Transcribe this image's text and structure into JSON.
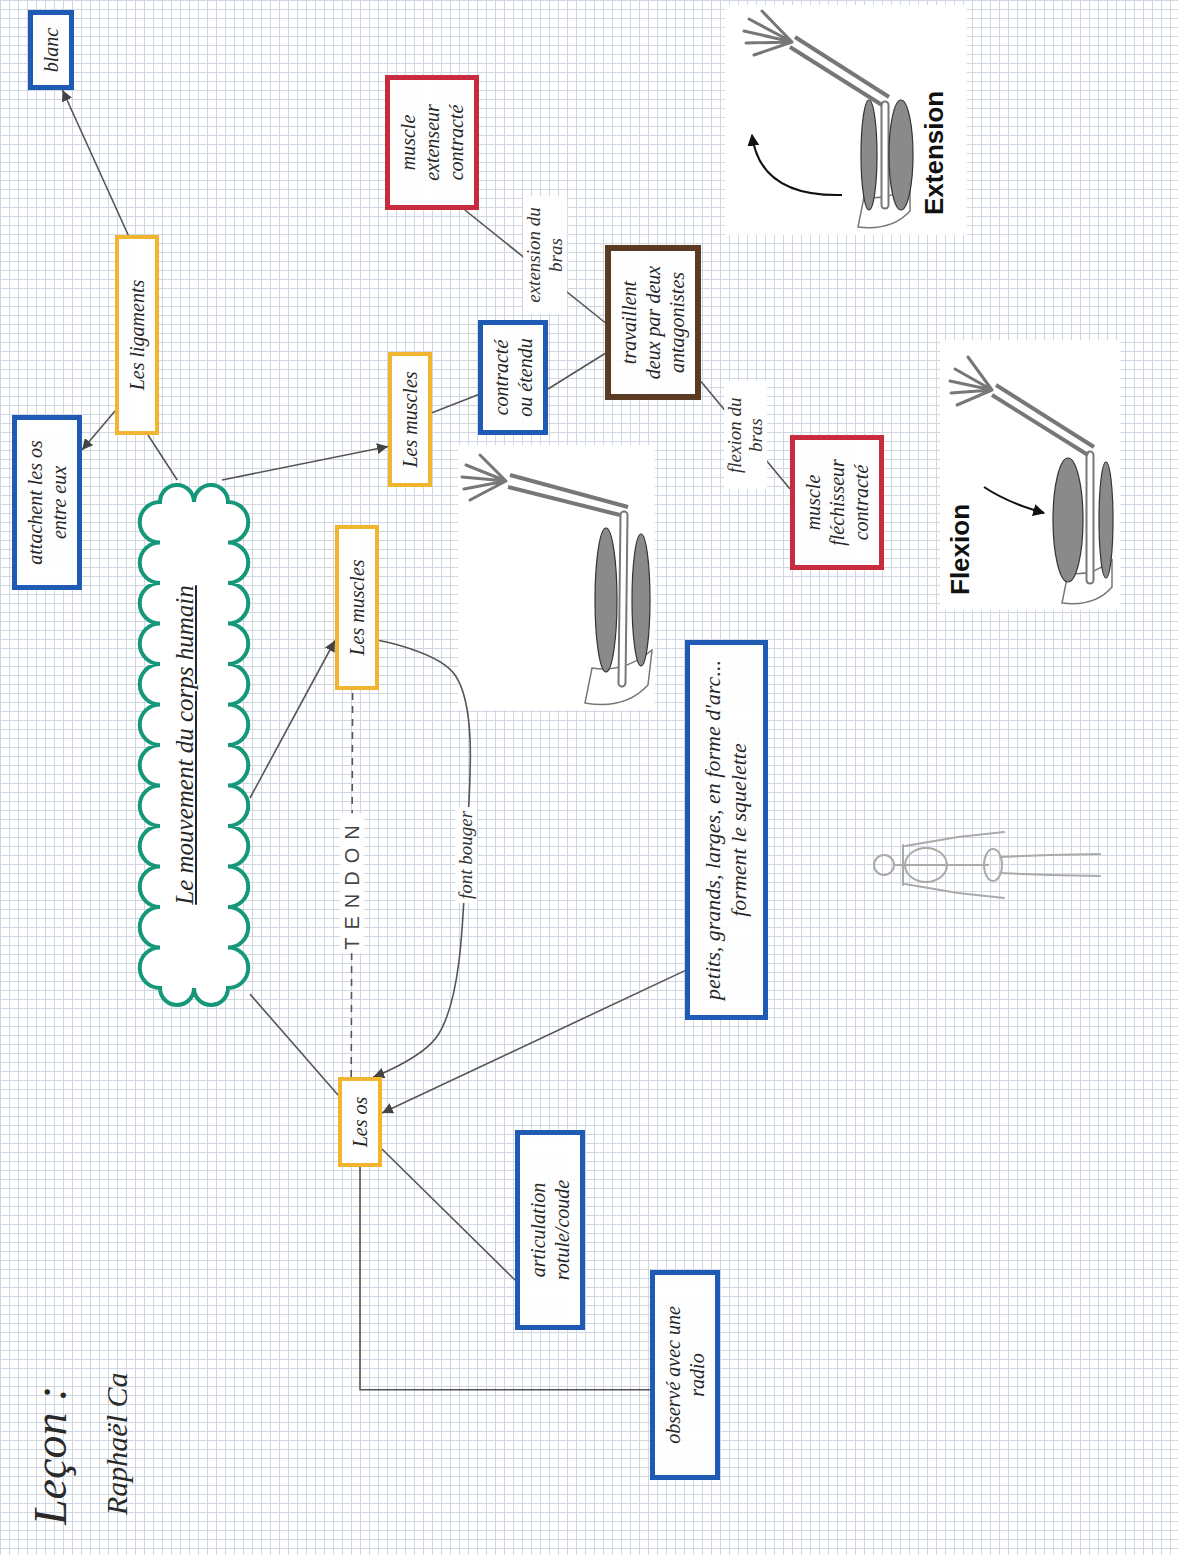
{
  "diagram": {
    "title": "Leçon :",
    "nodes": [
      {
        "text": [
          "Le mouvement du corps humain"
        ]
      },
      {
        "text": [
          "Les os"
        ]
      },
      {
        "text": [
          "articulation rotule/coude"
        ]
      },
      {
        "text": [
          "observé avec une radio"
        ]
      },
      {
        "text": [
          "petits, grands, larges, en forme d'arc... forment le squelette"
        ]
      },
      {
        "text": [
          "Les muscles"
        ]
      },
      {
        "text": [
          "Les muscles"
        ]
      },
      {
        "text": [
          "Les ligaments"
        ]
      },
      {
        "text": [
          "attachent les os entre eux"
        ]
      },
      {
        "text": [
          "blanc"
        ]
      },
      {
        "text": [
          "contracté ou étendu"
        ]
      },
      {
        "text": [
          "travaillent deux par deux antagonistes"
        ]
      },
      {
        "text": [
          "muscle extenseur contracté"
        ]
      },
      {
        "text": [
          "muscle fléchisseur contracté"
        ]
      }
    ],
    "edges": [
      {
        "from": 0,
        "to": 1,
        "arrow": "none"
      },
      {
        "from": 0,
        "to": 5,
        "arrow": "to"
      },
      {
        "from": 0,
        "to": 6,
        "arrow": "to"
      },
      {
        "from": 0,
        "to": 7,
        "arrow": "none"
      },
      {
        "from": 7,
        "to": 8,
        "arrow": "to"
      },
      {
        "from": 7,
        "to": 9,
        "arrow": "to"
      },
      {
        "from": 1,
        "to": 2,
        "arrow": "none"
      },
      {
        "from": 1,
        "to": 3,
        "arrow": "none"
      },
      {
        "from": 4,
        "to": 1,
        "arrow": "to"
      },
      {
        "from": 5,
        "to": 1,
        "label": "font bouger",
        "arrow": "to"
      },
      {
        "from": 1,
        "to": 5,
        "label": "TENDON",
        "arrow": "none"
      },
      {
        "from": 6,
        "to": 10,
        "arrow": "none"
      },
      {
        "from": 10,
        "to": 11,
        "arrow": "none"
      },
      {
        "from": 11,
        "to": 12,
        "label": "extension du bras",
        "arrow": "none"
      },
      {
        "from": 11,
        "to": 13,
        "label": "flexion du bras",
        "arrow": "none"
      }
    ],
    "labels": [
      "Raphaël Ca",
      "Flexion",
      "Extension"
    ]
  }
}
